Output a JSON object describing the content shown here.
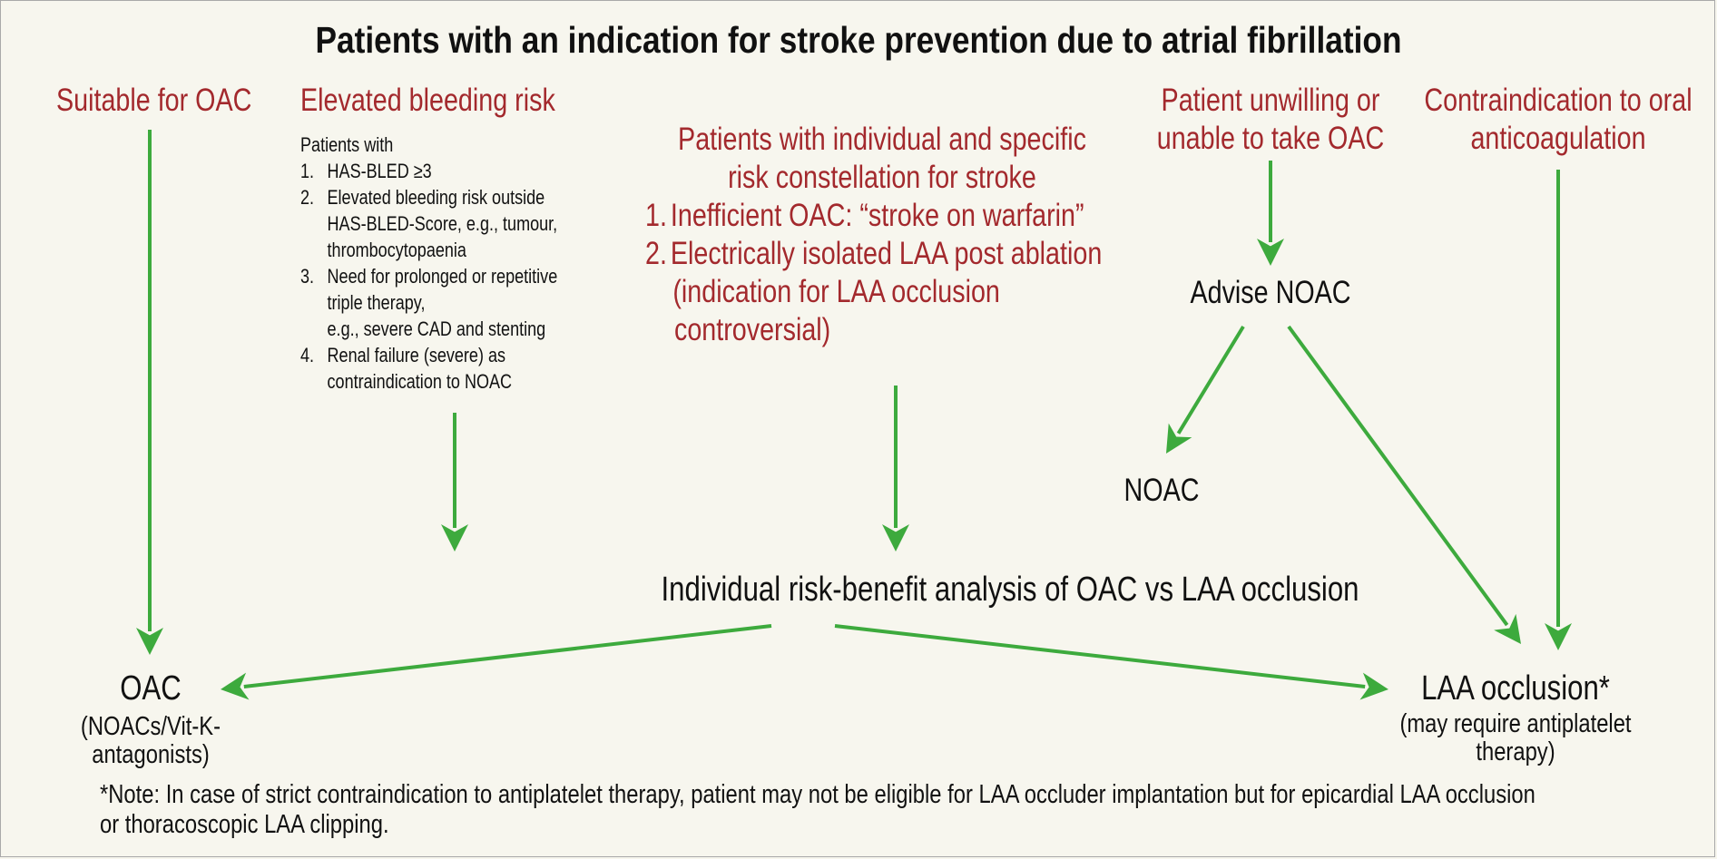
{
  "title": "Patients with an indication for stroke prevention due to atrial fibrillation",
  "columns": {
    "suitable_oac": "Suitable for OAC",
    "bleeding": {
      "header": "Elevated bleeding risk",
      "intro": "Patients with",
      "items": [
        [
          "1.",
          "HAS-BLED ≥3"
        ],
        [
          "2.",
          "Elevated bleeding risk outside",
          "HAS-BLED-Score, e.g., tumour,",
          "thrombocytopaenia"
        ],
        [
          "3.",
          "Need for prolonged or repetitive",
          "triple therapy,",
          "e.g., severe CAD and stenting"
        ],
        [
          "4.",
          "Renal failure (severe) as",
          "contraindication to NOAC"
        ]
      ]
    },
    "specific_risk": {
      "header_lines": [
        "Patients with individual and specific",
        "risk constellation for stroke"
      ],
      "item1_num": "1.",
      "item1": "Inefficient OAC: “stroke on warfarin”",
      "item2_num": "2.",
      "item2": "Electrically isolated LAA post ablation",
      "item2_sub1": "(indication for LAA occlusion",
      "item2_sub2": "controversial)"
    },
    "unwilling": {
      "line1": "Patient unwilling or",
      "line2": "unable to take OAC"
    },
    "contraindication": {
      "line1": "Contraindication to oral",
      "line2": "anticoagulation"
    }
  },
  "nodes": {
    "advise_noac": "Advise NOAC",
    "noac": "NOAC",
    "analysis": "Individual risk-benefit analysis of OAC vs LAA occlusion",
    "oac": {
      "label": "OAC",
      "sub1": "(NOACs/Vit-K-",
      "sub2": "antagonists)"
    },
    "laa": {
      "label": "LAA occlusion*",
      "sub1": "(may require antiplatelet",
      "sub2": "therapy)"
    }
  },
  "footnote": {
    "line1": "*Note: In case of strict contraindication to antiplatelet therapy, patient may not be eligible for LAA occluder implantation but for epicardial LAA occlusion",
    "line2": "or thoracoscopic LAA clipping."
  },
  "colors": {
    "arrow": "#3daa3d",
    "condition_text": "#a3292d",
    "text": "#111111",
    "background": "#f7f6ee"
  }
}
